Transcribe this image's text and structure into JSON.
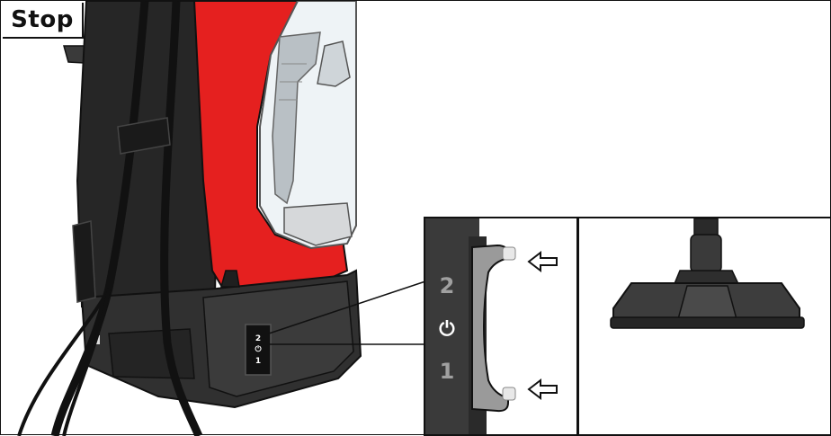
{
  "title": "Stop",
  "switch": {
    "position_top": "2",
    "position_off": "⏻",
    "position_bottom": "1"
  },
  "colors": {
    "body_red": "#e5201f",
    "dark_body": "#2b2b2b",
    "outline": "#111111",
    "switch_gray": "#9a9a9a"
  },
  "icons": {
    "arrow_top": "hollow-left-arrow-icon",
    "arrow_bottom": "hollow-left-arrow-icon",
    "power": "power-icon"
  }
}
